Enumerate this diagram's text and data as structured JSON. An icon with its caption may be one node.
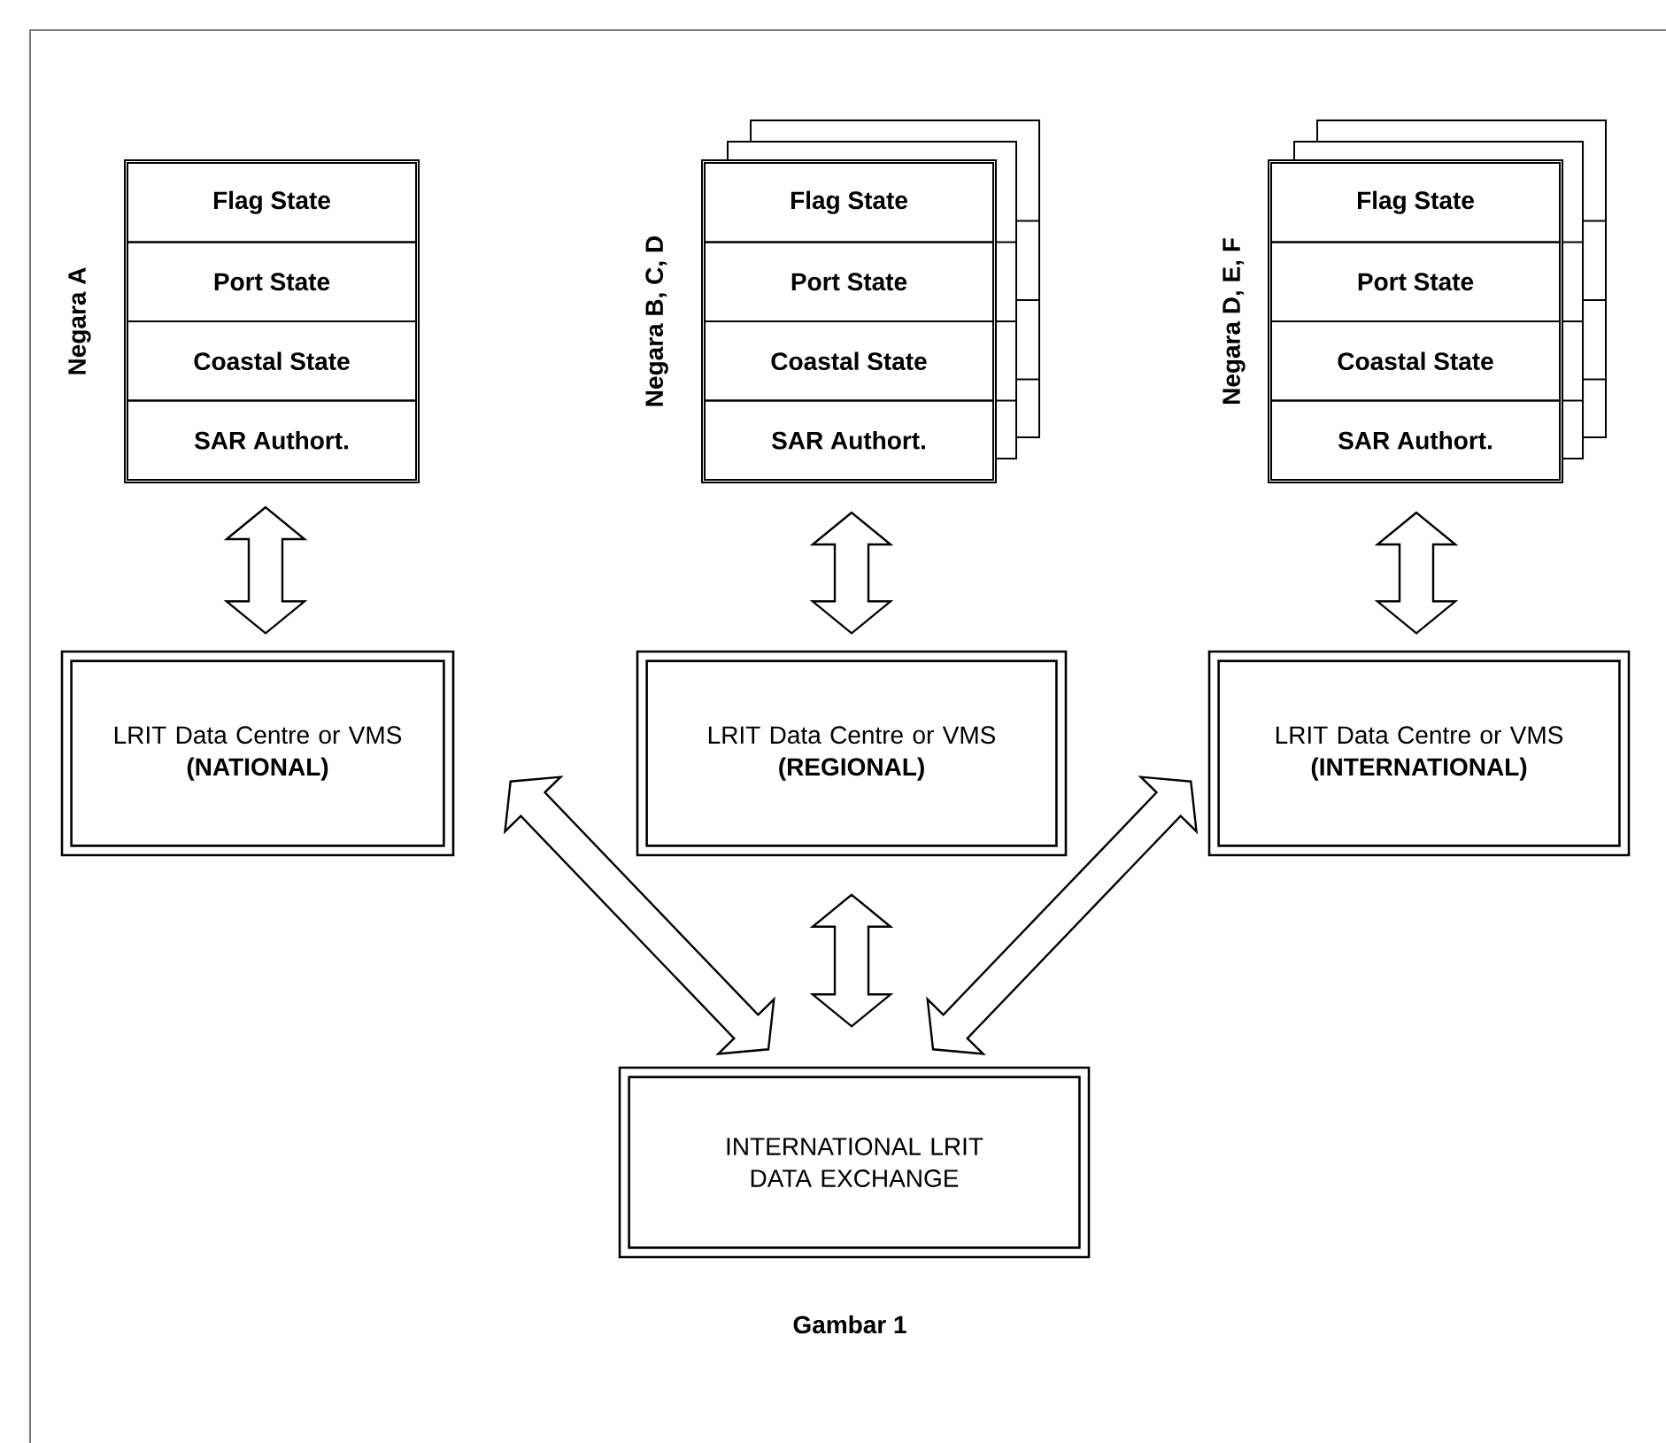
{
  "diagram": {
    "caption": "Gambar 1",
    "nodes": [
      {
        "text": [
          "Negara A"
        ]
      },
      {
        "text": [
          "Flag State"
        ],
        "in": 0
      },
      {
        "text": [
          "Port State"
        ],
        "in": 0
      },
      {
        "text": [
          "Coastal State"
        ],
        "in": 0
      },
      {
        "text": [
          "SAR Authort."
        ],
        "in": 0
      },
      {
        "text": [
          "Negara B, C, D"
        ]
      },
      {
        "text": [
          "Flag State"
        ],
        "in": 5
      },
      {
        "text": [
          "Port State"
        ],
        "in": 5
      },
      {
        "text": [
          "Coastal State"
        ],
        "in": 5
      },
      {
        "text": [
          "SAR Authort."
        ],
        "in": 5
      },
      {
        "text": [
          "Negara D, E, F"
        ]
      },
      {
        "text": [
          "Flag State"
        ],
        "in": 10
      },
      {
        "text": [
          "Port State"
        ],
        "in": 10
      },
      {
        "text": [
          "Coastal State"
        ],
        "in": 10
      },
      {
        "text": [
          "SAR Authort."
        ],
        "in": 10
      },
      {
        "text": [
          "LRIT Data Centre or VMS",
          "(NATIONAL)"
        ]
      },
      {
        "text": [
          "LRIT Data Centre or VMS",
          "(REGIONAL)"
        ]
      },
      {
        "text": [
          "LRIT Data Centre or VMS",
          "(INTERNATIONAL)"
        ]
      },
      {
        "text": [
          "INTERNATIONAL LRIT DATA EXCHANGE"
        ]
      }
    ],
    "edges": [
      {
        "from": 0,
        "to": 15,
        "arrow": "both"
      },
      {
        "from": 5,
        "to": 16,
        "arrow": "both"
      },
      {
        "from": 10,
        "to": 17,
        "arrow": "both"
      },
      {
        "from": 15,
        "to": 18,
        "arrow": "both"
      },
      {
        "from": 16,
        "to": 18,
        "arrow": "both"
      },
      {
        "from": 17,
        "to": 18,
        "arrow": "both"
      }
    ]
  }
}
